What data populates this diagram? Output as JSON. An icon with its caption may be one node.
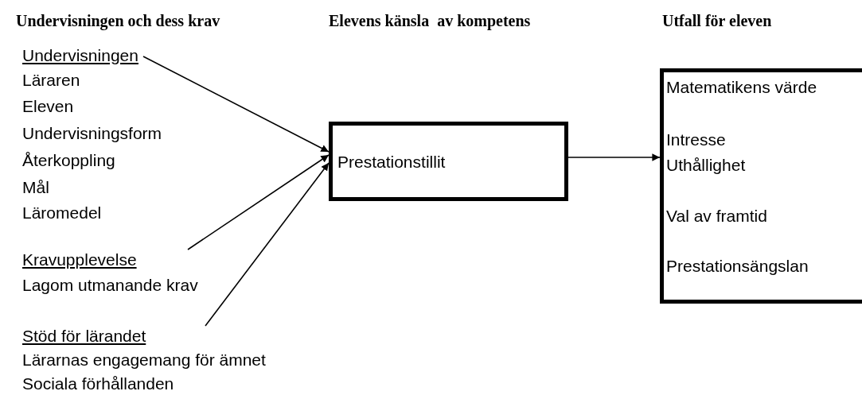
{
  "diagram": {
    "nodes": [
      {
        "text": [
          "Undervisningen",
          "Läraren",
          "Eleven",
          "Undervisningsform",
          "Återkoppling",
          "Mål",
          "Läromedel"
        ]
      },
      {
        "text": [
          "Kravupplevelse",
          "Lagom utmanande krav"
        ]
      },
      {
        "text": [
          "Stöd för lärandet",
          "Lärarnas engagemang för ämnet",
          "Sociala förhållanden"
        ]
      },
      {
        "text": [
          "Prestationstillit"
        ]
      },
      {
        "text": [
          "Matematikens värde",
          "Intresse",
          "Uthållighet",
          "Val av framtid",
          "Prestationsängslan"
        ]
      }
    ],
    "edges": [
      {
        "from": 0,
        "to": 3,
        "arrow": "to"
      },
      {
        "from": 1,
        "to": 3,
        "arrow": "to"
      },
      {
        "from": 2,
        "to": 3,
        "arrow": "to"
      },
      {
        "from": 3,
        "to": 4,
        "arrow": "to"
      }
    ],
    "labels": [
      "Undervisningen och dess krav",
      "Elevens känsla  av kompetens",
      "Utfall för eleven"
    ]
  }
}
